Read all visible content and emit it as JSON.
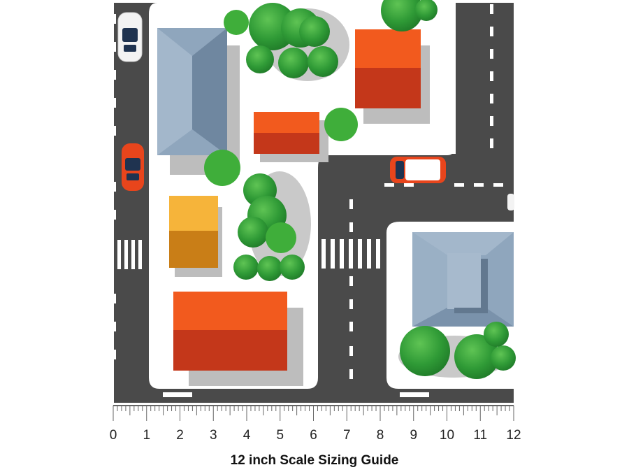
{
  "caption": "12 inch Scale Sizing Guide",
  "ruler": {
    "labels": [
      "0",
      "1",
      "2",
      "3",
      "4",
      "5",
      "6",
      "7",
      "8",
      "9",
      "10",
      "11",
      "12"
    ],
    "max_inches": 12,
    "minor_divisions_per_inch": 8
  },
  "colors": {
    "road": "#4a4a4a",
    "sidewalk": "#ffffff",
    "lane_marking": "#ffffff",
    "roof_blue": "#8fa6bd",
    "roof_red": "#e8451c",
    "roof_yellow": "#f2a531",
    "tree_green": "#2f9a36"
  }
}
